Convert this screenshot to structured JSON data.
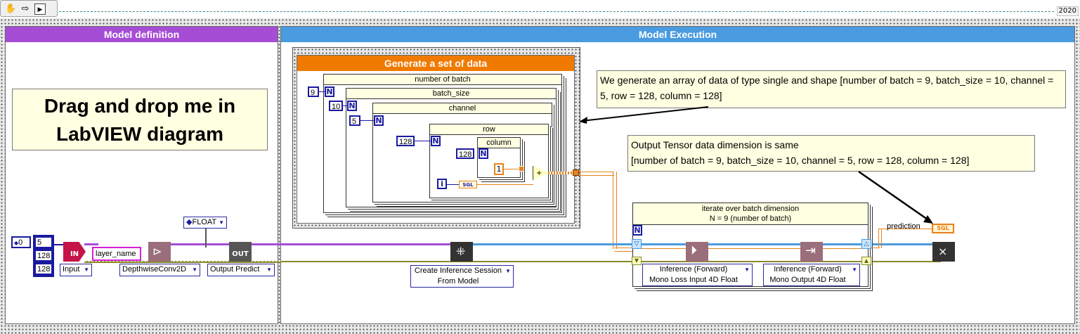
{
  "toolbar": {
    "icons": [
      "hand-icon",
      "arrow-icon",
      "vi-icon"
    ]
  },
  "version": "2020",
  "left_panel": {
    "title": "Model definition",
    "note_line1": "Drag and drop me in",
    "note_line2": "LabVIEW diagram",
    "zero_const": "0",
    "shape_values": [
      "5",
      "128",
      "128"
    ],
    "in_label": "IN",
    "layer_name": "layer_name",
    "out_label": "OUT",
    "float_label": "FLOAT",
    "input_selector": "Input",
    "conv_selector": "DepthwiseConv2D",
    "output_selector": "Output Predict"
  },
  "right_panel": {
    "title": "Model Execution",
    "generate_title": "Generate a set of data",
    "loop_labels": {
      "batch": "number of batch",
      "batch_size": "batch_size",
      "channel": "channel",
      "row": "row",
      "column": "column"
    },
    "constants": {
      "batch": "9",
      "batch_size": "10",
      "channel": "5",
      "row": "128",
      "column": "128",
      "one": "1",
      "i": "i",
      "n": "N",
      "sgl": "SGL"
    },
    "note_generate": "We generate an array of data of type single and shape [number of batch = 9, batch_size = 10, channel = 5, row = 128, column = 128]",
    "note_output_line1": "Output Tensor data dimension is same",
    "note_output_line2": "[number of batch = 9, batch_size = 10, channel = 5, row = 128, column = 128]",
    "iterate_line1": "iterate over batch dimension",
    "iterate_line2": "N = 9 (number of batch)",
    "session_label_line1": "Create Inference Session",
    "session_label_line2": "From Model",
    "infer1_line1": "Inference (Forward)",
    "infer1_line2": "Mono Loss Input 4D Float",
    "infer2_line1": "Inference (Forward)",
    "infer2_line2": "Mono Output 4D Float",
    "prediction_label": "prediction",
    "prediction_type": "SGL"
  },
  "colors": {
    "model_def_header": "#a64dd6",
    "model_exec_header": "#4a9be0",
    "generate_header": "#f07a00",
    "note_bg": "#ffffe1"
  }
}
